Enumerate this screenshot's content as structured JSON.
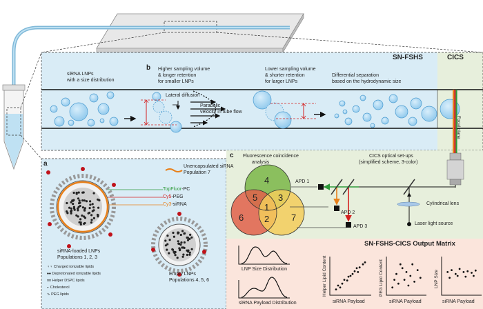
{
  "header": {
    "sn_fshs_title": "SN-FSHS",
    "cics_title": "CICS"
  },
  "panel_b": {
    "label": "b",
    "siRNA_lnps_line1": "siRNA LNPs",
    "siRNA_lnps_line2": "with a size distribution",
    "higher_line1": "Higher sampling volume",
    "higher_line2": "& longer retention",
    "higher_line3": "for smaller LNPs",
    "lateral_diffusion": "Lateral diffusion",
    "parabolic_line1": "Parabolic",
    "parabolic_line2": "velocity in tube flow",
    "lower_line1": "Lower sampling volume",
    "lower_line2": "& shorter retention",
    "lower_line3": "for larger LNPs",
    "diff_line1": "Differential separation",
    "diff_line2": "based on the hydrodynamic size",
    "focal_plane": "Focal plane"
  },
  "panel_a": {
    "label": "a",
    "unencapsulated_line1": "Unencapsulated siRNA",
    "unencapsulated_line2": "Population 7",
    "topfluor": "TopFluor",
    "topfluor_suffix": "-PC",
    "cy5": "Cy5",
    "cy5_suffix": "-PEG",
    "cy3": "Cy3",
    "cy3_suffix": "-siRNA",
    "loaded_line1": "siRNA-loaded LNPs",
    "loaded_line2": "Populations 1, 2, 3",
    "empty_line1": "Empty LNPs",
    "empty_line2": "Populations 4, 5, 6",
    "legend": [
      "Charged ionizable lipids",
      "Deprotonated ionizable lipids",
      "Helper DSPC lipids",
      "Cholesterol",
      "PEG lipids"
    ]
  },
  "panel_c": {
    "label": "c",
    "fca_line1": "Fluorescence coincidence",
    "fca_line2": "analysis",
    "cics_line1": "CICS optical set-ups",
    "cics_line2": "(simplified scheme, 3-color)",
    "venn": [
      "4",
      "5",
      "3",
      "1",
      "6",
      "2",
      "7"
    ],
    "apd1": "APD 1",
    "apd2": "APD 2",
    "apd3": "APD 3",
    "cyl_lens": "Cylindrical lens",
    "laser": "Laser light source"
  },
  "output": {
    "title": "SN-FSHS-CICS Output Matrix",
    "size_dist": "LNP Size Distribution",
    "payload_dist": "siRNA Payload Distribution",
    "plot1_y": "Helper Lipid Content",
    "plot1_x": "siRNA Payload",
    "plot2_y": "PEG Lipid Content",
    "plot2_x": "siRNA Payload",
    "plot3_y": "LNP Size",
    "plot3_x": "siRNA Payload"
  },
  "colors": {
    "blue_panel": "#d9ecf6",
    "green_panel": "#e7efdc",
    "peach_panel": "#fbe5dc",
    "green_circle": "#7ab648",
    "red_circle": "#e0604a",
    "yellow_circle": "#f3cd5a",
    "topfluor_green": "#2e9a3a",
    "cy5_red": "#d42020",
    "cy3_orange": "#e8801a"
  }
}
